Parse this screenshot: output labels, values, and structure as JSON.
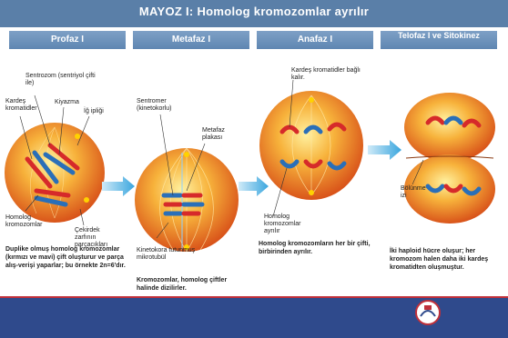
{
  "header": {
    "title": "MAYOZ  I: Homolog kromozomlar ayrılır"
  },
  "phases": [
    "Profaz I",
    "Metafaz I",
    "Anafaz I",
    "Telofaz I ve Sitokinez"
  ],
  "labels": {
    "sentrozom": "Sentrozom (sentriyol çifti ile)",
    "kardes_kromatidler": "Kardeş kromatidler",
    "kiyazma": "Kiyazma",
    "ig_iplik": "İğ ipliği",
    "homolog_kromozomlar": "Homolog kromozomlar",
    "cekirdek": "Çekirdek zarfının parçacıkları",
    "sentromer": "Sentromer (kinetokorlu)",
    "metafaz_plakasi": "Metafaz plakası",
    "kinetokora": "Kinetokora tutunmuş mikrotubül",
    "kardes_bagli": "Kardeş kromatidler bağlı kalır.",
    "homolog_ayrilir": "Homolog kromozomlar ayrılır",
    "bolunme_izi": "Bölünme izi"
  },
  "captions": {
    "profaz": "Duplike olmuş homolog kromozomlar (kırmızı ve mavi) çift oluşturur ve parça alış-verişi yaparlar; bu örnekte 2n=6'dır.",
    "metafaz": "Kromozomlar, homolog çiftler halinde dizilirler.",
    "anafaz": "Homolog kromozomların her bir çifti, birbirinden ayrılır.",
    "telofaz": "İki haploid hücre oluşur; her kromozom halen daha iki kardeş kromatidten oluşmuştur."
  }
}
